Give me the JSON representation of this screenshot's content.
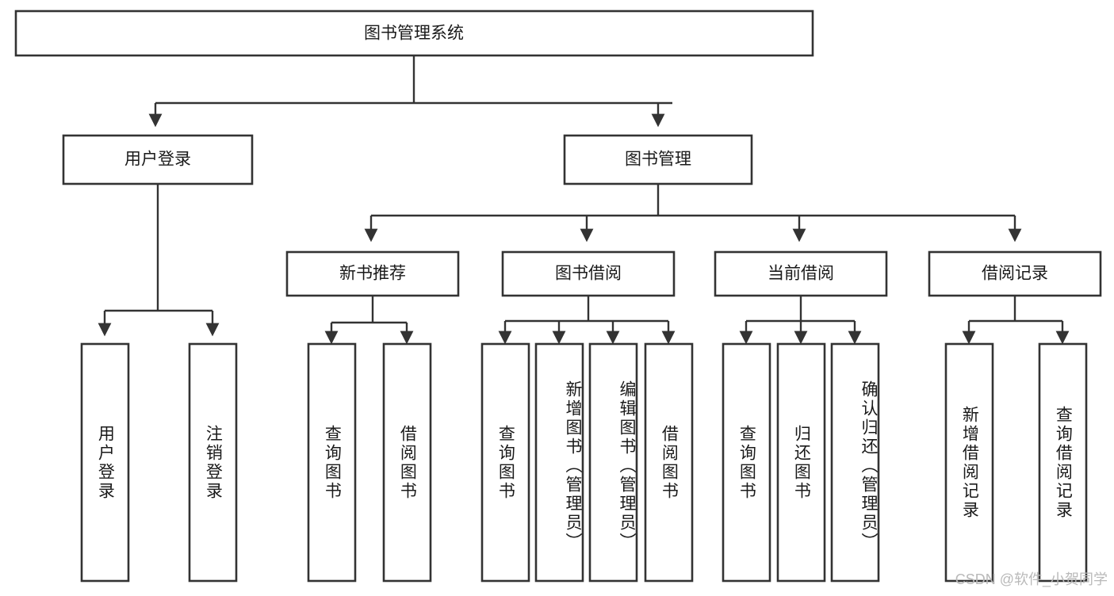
{
  "diagram": {
    "type": "tree-hierarchy",
    "title": "图书管理系统",
    "orientation": "top-down",
    "colors": {
      "box_stroke": "#333333",
      "box_fill": "#ffffff",
      "connector": "#333333",
      "text": "#1a1a1a",
      "watermark": "#b9b9b9",
      "background": "#ffffff"
    },
    "root": {
      "label": "图书管理系统",
      "text_orientation": "horizontal"
    },
    "level2": [
      {
        "label": "用户登录",
        "text_orientation": "horizontal"
      },
      {
        "label": "图书管理",
        "text_orientation": "horizontal"
      }
    ],
    "level3": [
      {
        "label": "新书推荐",
        "text_orientation": "horizontal",
        "parent": "图书管理"
      },
      {
        "label": "图书借阅",
        "text_orientation": "horizontal",
        "parent": "图书管理"
      },
      {
        "label": "当前借阅",
        "text_orientation": "horizontal",
        "parent": "图书管理"
      },
      {
        "label": "借阅记录",
        "text_orientation": "horizontal",
        "parent": "图书管理"
      }
    ],
    "leaves": [
      {
        "label": "用户登录",
        "text_orientation": "vertical",
        "parent": "用户登录"
      },
      {
        "label": "注销登录",
        "text_orientation": "vertical",
        "parent": "用户登录"
      },
      {
        "label": "查询图书",
        "text_orientation": "vertical",
        "parent": "新书推荐"
      },
      {
        "label": "借阅图书",
        "text_orientation": "vertical",
        "parent": "新书推荐"
      },
      {
        "label": "查询图书",
        "text_orientation": "vertical",
        "parent": "图书借阅"
      },
      {
        "label": "新增图书（管理员）",
        "text_orientation": "vertical",
        "parent": "图书借阅"
      },
      {
        "label": "编辑图书（管理员）",
        "text_orientation": "vertical",
        "parent": "图书借阅"
      },
      {
        "label": "借阅图书",
        "text_orientation": "vertical",
        "parent": "图书借阅"
      },
      {
        "label": "查询图书",
        "text_orientation": "vertical",
        "parent": "当前借阅"
      },
      {
        "label": "归还图书",
        "text_orientation": "vertical",
        "parent": "当前借阅"
      },
      {
        "label": "确认归还（管理员）",
        "text_orientation": "vertical",
        "parent": "当前借阅"
      },
      {
        "label": "新增借阅记录",
        "text_orientation": "vertical",
        "parent": "借阅记录"
      },
      {
        "label": "查询借阅记录",
        "text_orientation": "vertical",
        "parent": "借阅记录"
      }
    ],
    "watermark": "CSDN @软件_小贺同学"
  }
}
